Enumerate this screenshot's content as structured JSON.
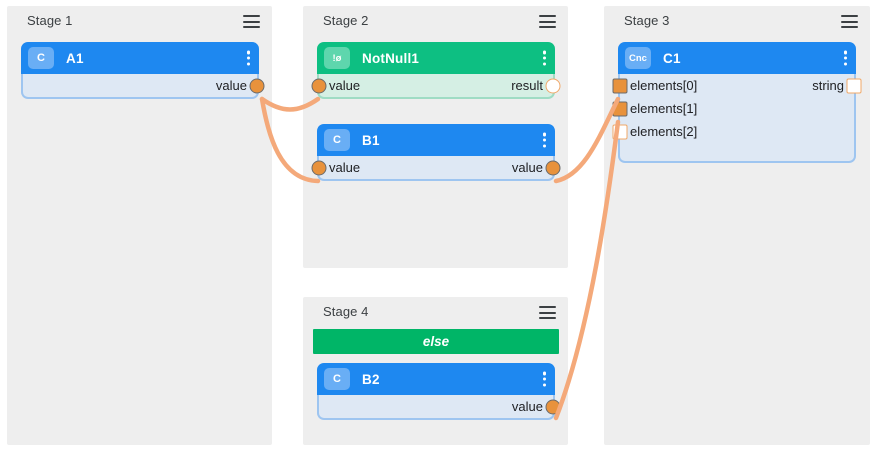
{
  "canvas": {
    "background": "#ffffff",
    "panel_color": "#eeeeee",
    "edge_color": "#f4a97a",
    "accent_blue": "#1e88f0",
    "accent_green": "#0dbf82",
    "port_fill": "#e8923c"
  },
  "stages": [
    {
      "id": "stage-1",
      "title": "Stage 1",
      "menu_icon": "hamburger-icon",
      "banner": null,
      "nodes": [
        {
          "id": "node-a1",
          "title": "A1",
          "badge": "C",
          "color": "blue",
          "kebab_icon": "kebab-menu-icon",
          "rows": [
            {
              "left_label": "",
              "right_label": "value",
              "in_port": null,
              "out_port": "filled-circle"
            }
          ]
        }
      ]
    },
    {
      "id": "stage-2",
      "title": "Stage 2",
      "menu_icon": "hamburger-icon",
      "banner": null,
      "nodes": [
        {
          "id": "node-notnull1",
          "title": "NotNull1",
          "badge": "!ø",
          "color": "green",
          "kebab_icon": "kebab-menu-icon",
          "rows": [
            {
              "left_label": "value",
              "right_label": "result",
              "in_port": "filled-circle",
              "out_port": "hollow-circle"
            }
          ]
        },
        {
          "id": "node-b1",
          "title": "B1",
          "badge": "C",
          "color": "blue",
          "kebab_icon": "kebab-menu-icon",
          "rows": [
            {
              "left_label": "value",
              "right_label": "value",
              "in_port": "filled-circle",
              "out_port": "filled-circle"
            }
          ]
        }
      ]
    },
    {
      "id": "stage-3",
      "title": "Stage 3",
      "menu_icon": "hamburger-icon",
      "banner": null,
      "nodes": [
        {
          "id": "node-c1",
          "title": "C1",
          "badge": "Cnc",
          "color": "blue",
          "kebab_icon": "kebab-menu-icon",
          "rows": [
            {
              "left_label": "elements[0]",
              "right_label": "string",
              "in_port": "filled-square",
              "out_port": "hollow-square"
            },
            {
              "left_label": "elements[1]",
              "right_label": "",
              "in_port": "filled-square",
              "out_port": null
            },
            {
              "left_label": "elements[2]",
              "right_label": "",
              "in_port": "hollow-square",
              "out_port": null
            }
          ]
        }
      ]
    },
    {
      "id": "stage-4",
      "title": "Stage 4",
      "menu_icon": "hamburger-icon",
      "banner": "else",
      "nodes": [
        {
          "id": "node-b2",
          "title": "B2",
          "badge": "C",
          "color": "blue",
          "kebab_icon": "kebab-menu-icon",
          "rows": [
            {
              "left_label": "",
              "right_label": "value",
              "in_port": null,
              "out_port": "filled-circle"
            }
          ]
        }
      ]
    }
  ],
  "connections": [
    {
      "from": "A1.value",
      "to": "NotNull1.value"
    },
    {
      "from": "A1.value",
      "to": "B1.value"
    },
    {
      "from": "B1.value",
      "to": "C1.elements[0]"
    },
    {
      "from": "B2.value",
      "to": "C1.elements[1]"
    }
  ]
}
